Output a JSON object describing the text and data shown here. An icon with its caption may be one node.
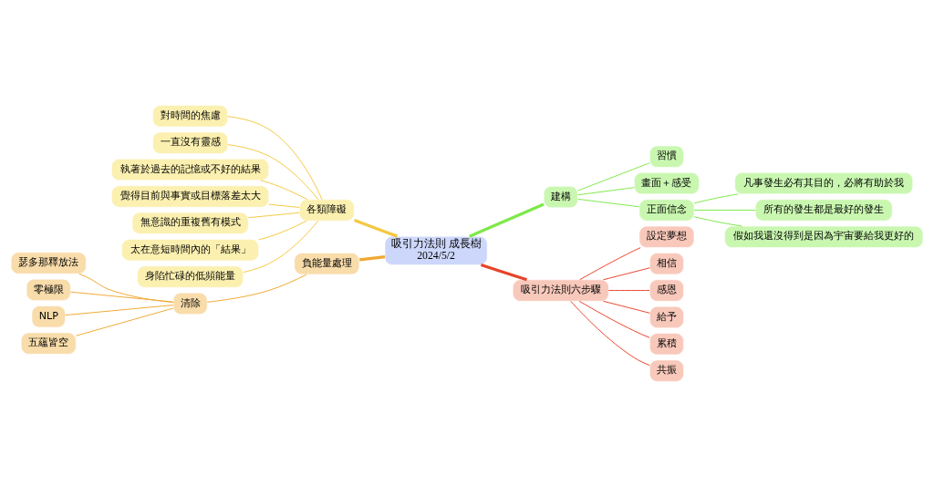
{
  "diagram": {
    "nodes": [
      {
        "text": [
          "吸引力法則 成長樹",
          "2024/5/2"
        ]
      },
      {
        "text": [
          "建構"
        ]
      },
      {
        "text": [
          "習慣"
        ]
      },
      {
        "text": [
          "畫面＋感受"
        ]
      },
      {
        "text": [
          "正面信念"
        ]
      },
      {
        "text": [
          "凡事發生必有其目的，必將有助於我"
        ]
      },
      {
        "text": [
          "所有的發生都是最好的發生"
        ]
      },
      {
        "text": [
          "假如我還沒得到是因為宇宙要給我更好的"
        ]
      },
      {
        "text": [
          "吸引力法則六步驟"
        ]
      },
      {
        "text": [
          "設定夢想"
        ]
      },
      {
        "text": [
          "相信"
        ]
      },
      {
        "text": [
          "感恩"
        ]
      },
      {
        "text": [
          "給予"
        ]
      },
      {
        "text": [
          "累積"
        ]
      },
      {
        "text": [
          "共振"
        ]
      },
      {
        "text": [
          "負能量處理"
        ]
      },
      {
        "text": [
          "清除"
        ]
      },
      {
        "text": [
          "瑟多那釋放法"
        ]
      },
      {
        "text": [
          "零極限"
        ]
      },
      {
        "text": [
          "NLP"
        ]
      },
      {
        "text": [
          "五蘊皆空"
        ]
      },
      {
        "text": [
          "各類障礙"
        ]
      },
      {
        "text": [
          "對時間的焦慮"
        ]
      },
      {
        "text": [
          "一直沒有靈感"
        ]
      },
      {
        "text": [
          "執著於過去的記憶或不好的結果"
        ]
      },
      {
        "text": [
          "覺得目前與事實或目標落差太大"
        ]
      },
      {
        "text": [
          "無意識的重複舊有模式"
        ]
      },
      {
        "text": [
          "太在意短時間內的「結果」"
        ]
      },
      {
        "text": [
          "身陷忙碌的低頻能量"
        ]
      }
    ],
    "edges": [
      {
        "from": 0,
        "to": 1,
        "arrow": "none",
        "style": "thick",
        "color": "#7ee84a"
      },
      {
        "from": 1,
        "to": 2,
        "arrow": "none",
        "color": "#7ee84a"
      },
      {
        "from": 1,
        "to": 3,
        "arrow": "none",
        "color": "#7ee84a"
      },
      {
        "from": 1,
        "to": 4,
        "arrow": "none",
        "color": "#7ee84a"
      },
      {
        "from": 4,
        "to": 5,
        "arrow": "none",
        "color": "#7ee84a"
      },
      {
        "from": 4,
        "to": 6,
        "arrow": "none",
        "color": "#7ee84a"
      },
      {
        "from": 4,
        "to": 7,
        "arrow": "none",
        "color": "#7ee84a"
      },
      {
        "from": 0,
        "to": 8,
        "arrow": "none",
        "style": "thick",
        "color": "#e8432a"
      },
      {
        "from": 8,
        "to": 9,
        "arrow": "none",
        "color": "#e8432a"
      },
      {
        "from": 8,
        "to": 10,
        "arrow": "none",
        "color": "#e8432a"
      },
      {
        "from": 8,
        "to": 11,
        "arrow": "none",
        "color": "#e8432a"
      },
      {
        "from": 8,
        "to": 12,
        "arrow": "none",
        "color": "#e8432a"
      },
      {
        "from": 8,
        "to": 13,
        "arrow": "none",
        "color": "#e8432a"
      },
      {
        "from": 8,
        "to": 14,
        "arrow": "none",
        "color": "#e8432a"
      },
      {
        "from": 0,
        "to": 15,
        "arrow": "none",
        "style": "thick",
        "color": "#f0a830"
      },
      {
        "from": 15,
        "to": 16,
        "arrow": "none",
        "color": "#f0a830"
      },
      {
        "from": 16,
        "to": 17,
        "arrow": "none",
        "color": "#f0a830"
      },
      {
        "from": 16,
        "to": 18,
        "arrow": "none",
        "color": "#f0a830"
      },
      {
        "from": 16,
        "to": 19,
        "arrow": "none",
        "color": "#f0a830"
      },
      {
        "from": 16,
        "to": 20,
        "arrow": "none",
        "color": "#f0a830"
      },
      {
        "from": 0,
        "to": 21,
        "arrow": "none",
        "style": "thick"
      },
      {
        "from": 21,
        "to": 22,
        "arrow": "none"
      },
      {
        "from": 21,
        "to": 23,
        "arrow": "none"
      },
      {
        "from": 21,
        "to": 24,
        "arrow": "none"
      },
      {
        "from": 21,
        "to": 25,
        "arrow": "none"
      },
      {
        "from": 21,
        "to": 26,
        "arrow": "none"
      },
      {
        "from": 21,
        "to": 27,
        "arrow": "none"
      },
      {
        "from": 21,
        "to": 28,
        "arrow": "none"
      }
    ]
  }
}
